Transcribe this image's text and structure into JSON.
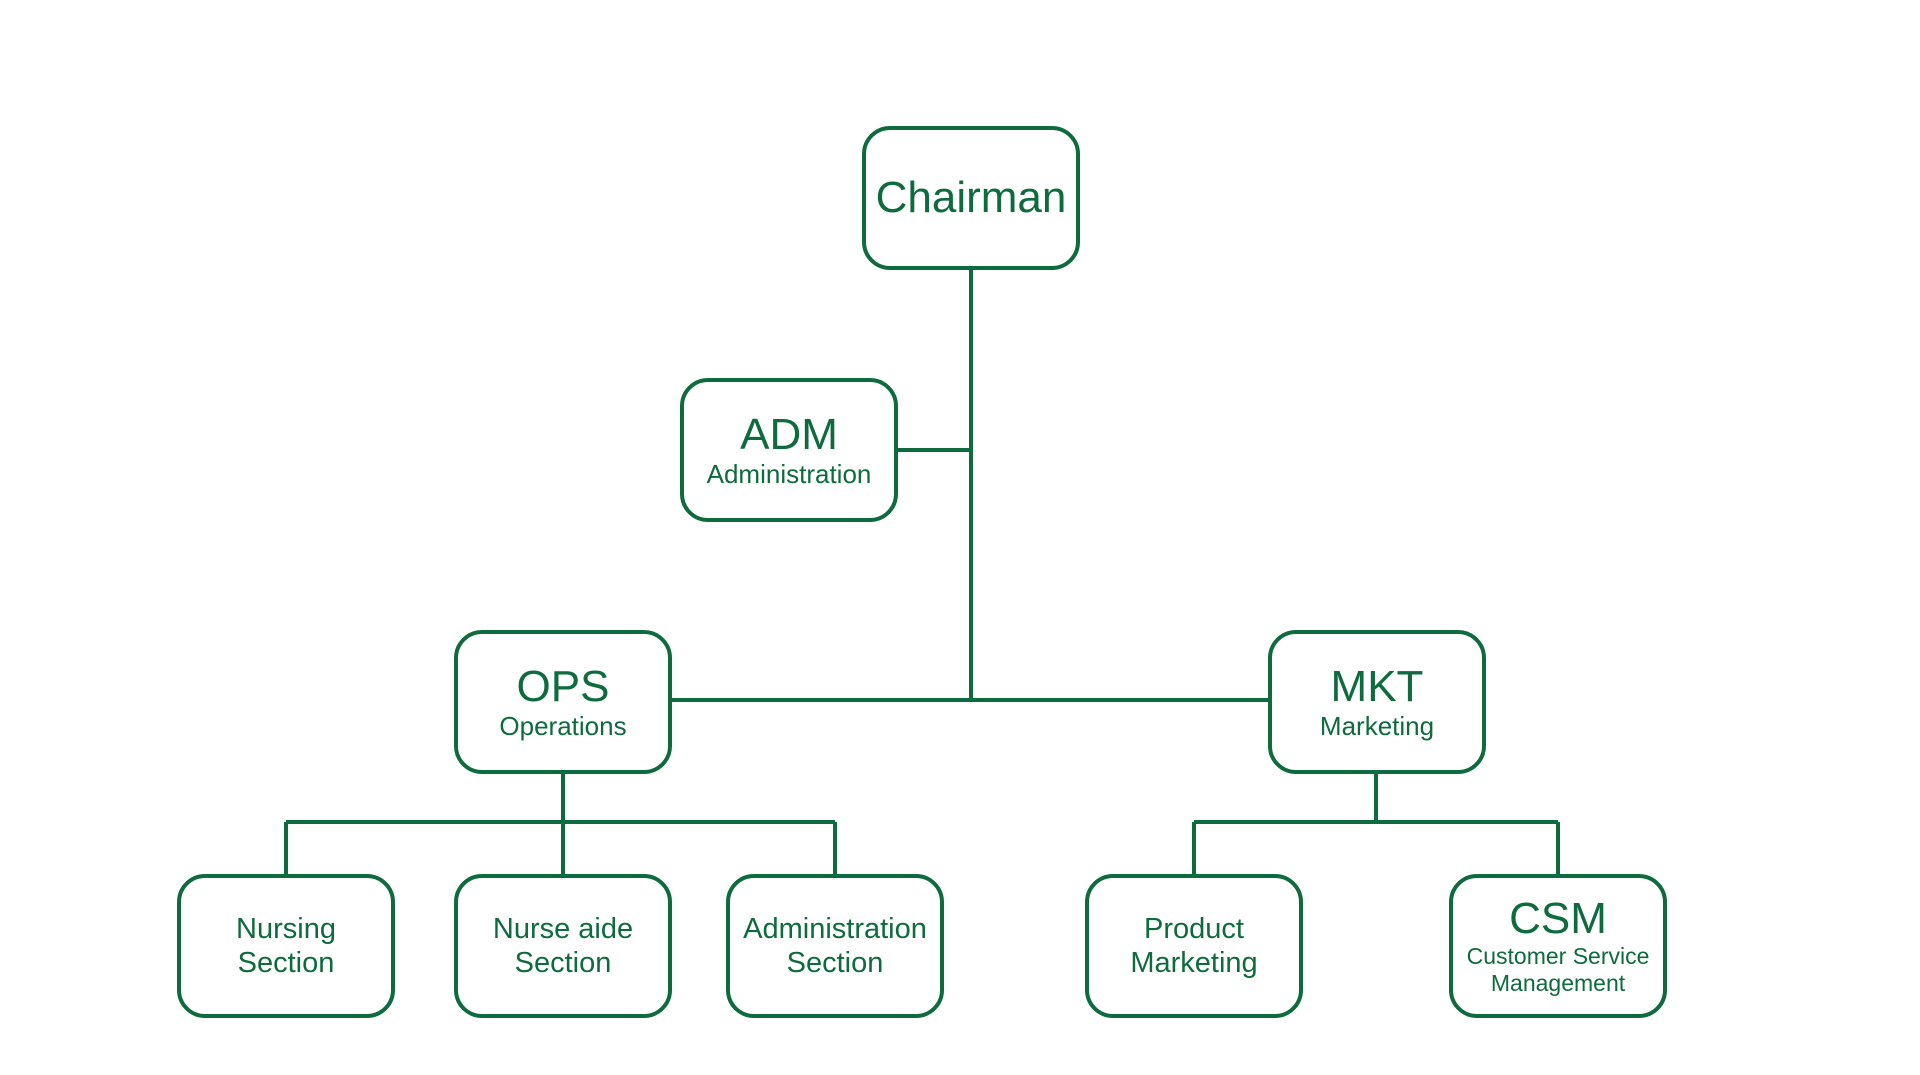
{
  "colors": {
    "line": "#0e6b3d",
    "text": "#0e6b3d",
    "background": "#ffffff"
  },
  "nodes": {
    "chairman": {
      "label": "Chairman"
    },
    "adm": {
      "abbr": "ADM",
      "full": "Administration"
    },
    "ops": {
      "abbr": "OPS",
      "full": "Operations"
    },
    "mkt": {
      "abbr": "MKT",
      "full": "Marketing"
    },
    "nursing": {
      "line1": "Nursing",
      "line2": "Section"
    },
    "nurse_aide": {
      "line1": "Nurse aide",
      "line2": "Section"
    },
    "admin_section": {
      "line1": "Administration",
      "line2": "Section"
    },
    "product_marketing": {
      "line1": "Product",
      "line2": "Marketing"
    },
    "csm": {
      "abbr": "CSM",
      "line1": "Customer Service",
      "line2": "Management"
    }
  }
}
